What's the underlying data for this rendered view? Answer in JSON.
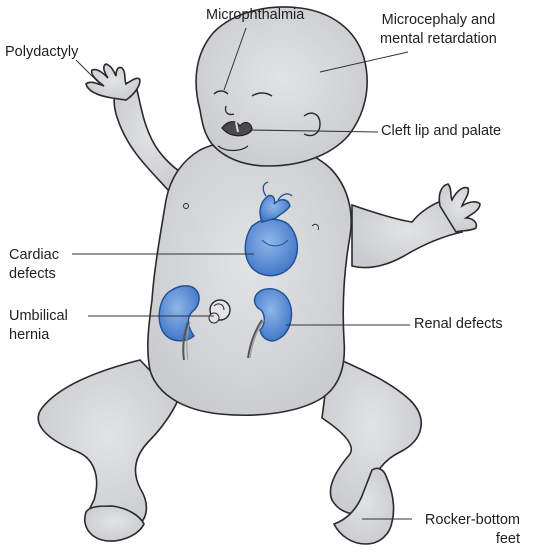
{
  "labels": {
    "microphthalmia": "Microphthalmia",
    "microcephaly_line1": "Microcephaly and",
    "microcephaly_line2": "mental retardation",
    "polydactyly": "Polydactyly",
    "cleft": "Cleft lip and palate",
    "cardiac_line1": "Cardiac",
    "cardiac_line2": "defects",
    "umbilical_line1": "Umbilical",
    "umbilical_line2": "hernia",
    "renal": "Renal defects",
    "rocker_line1": "Rocker-bottom",
    "rocker_line2": "feet"
  },
  "colors": {
    "skin": "#d6d8da",
    "outline": "#2a2a2a",
    "organ": "#5b8fd6",
    "organ_dark": "#2f63b4",
    "leader": "#333333"
  }
}
